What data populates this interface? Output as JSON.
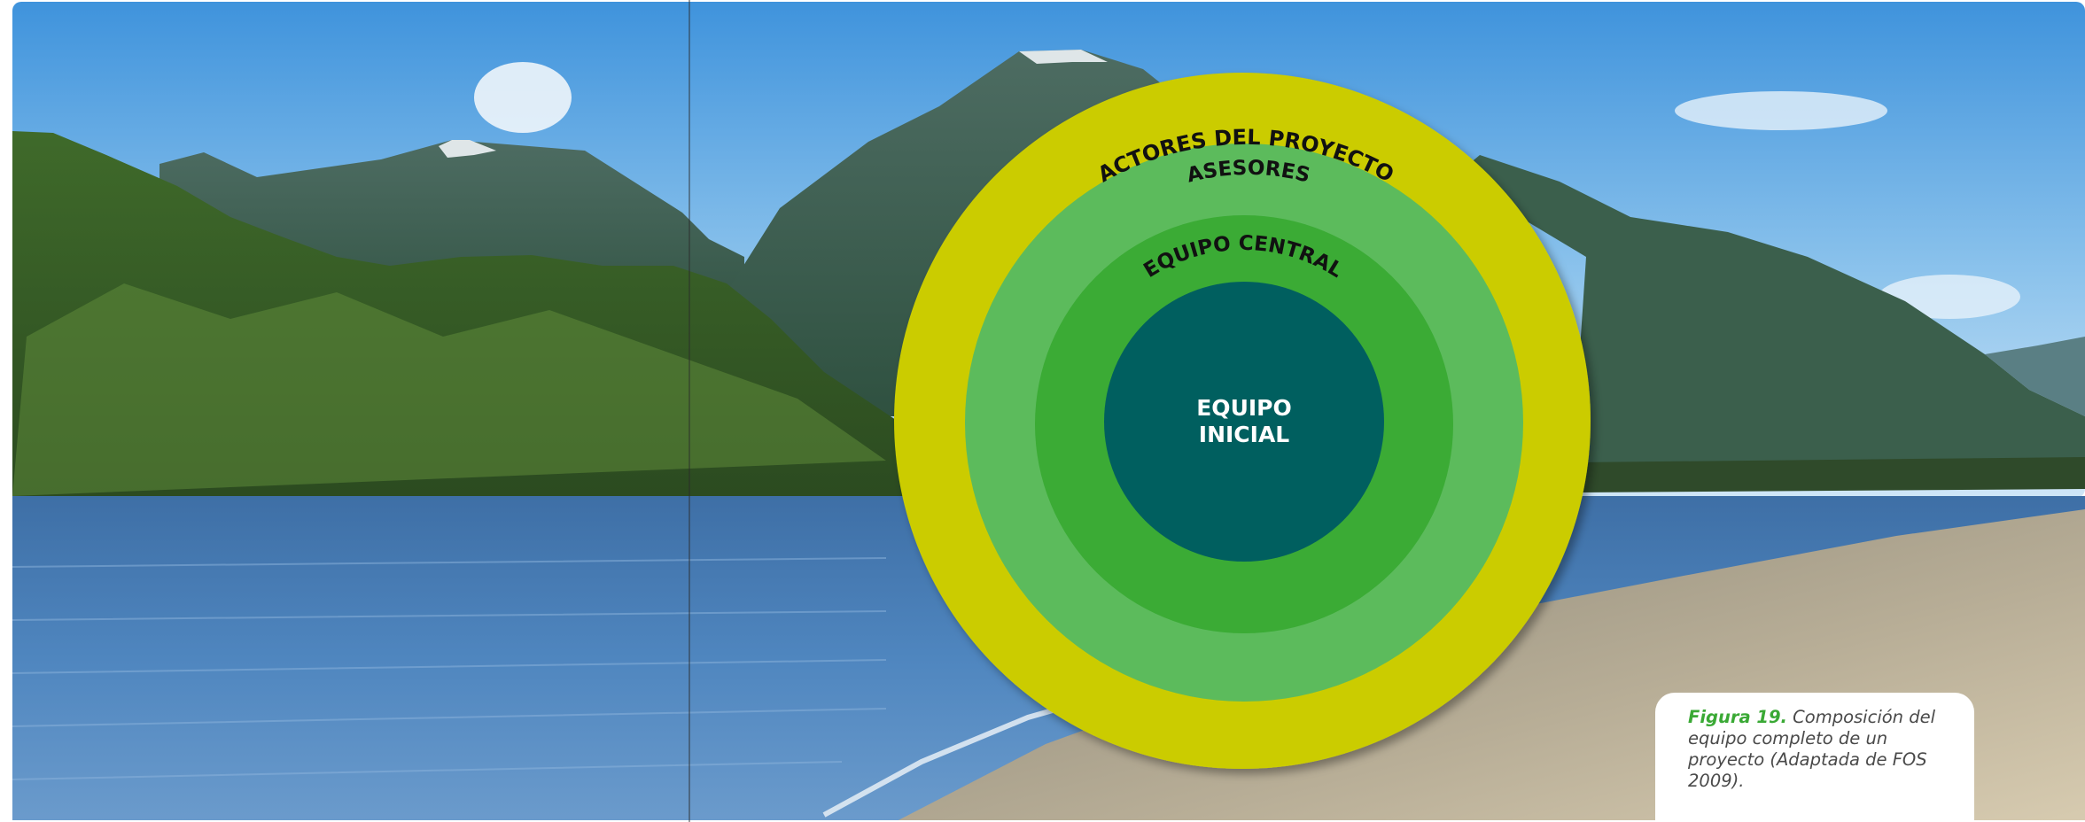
{
  "diagram": {
    "rings": [
      {
        "label": "ACTORES DEL PROYECTO",
        "color": "#cbcc00"
      },
      {
        "label": "ASESORES",
        "color": "#5cbb5c"
      },
      {
        "label": "EQUIPO CENTRAL",
        "color": "#3aab35"
      }
    ],
    "core": {
      "line1": "EQUIPO",
      "line2": "INICIAL",
      "color": "#035f5e"
    }
  },
  "caption": {
    "label": "Figura 19.",
    "text": "Composición del equipo completo de un proyecto (Adaptada de FOS 2009)."
  }
}
